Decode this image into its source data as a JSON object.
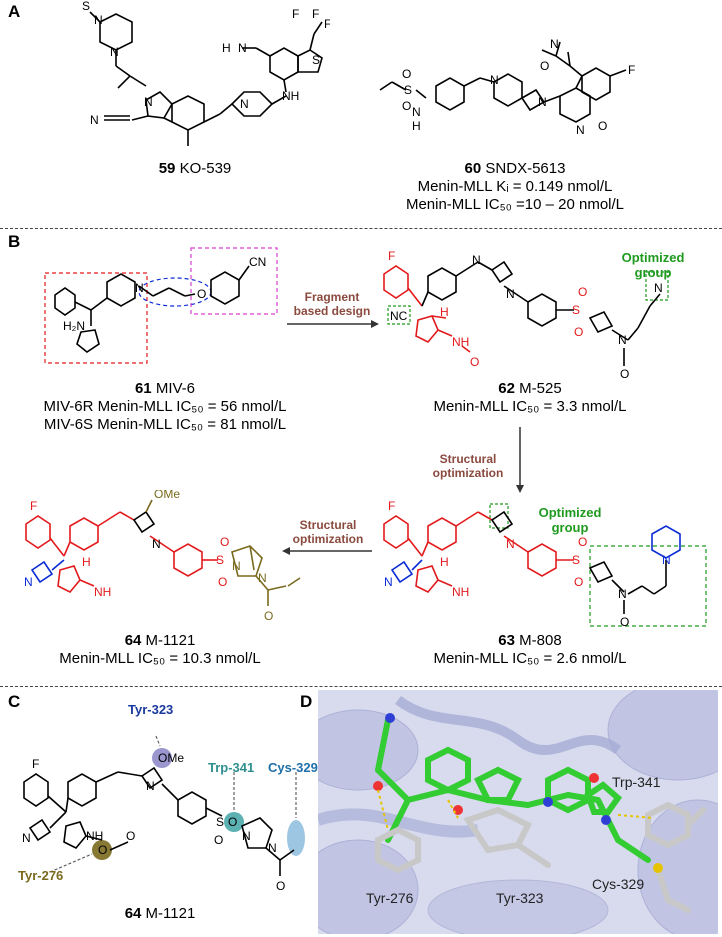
{
  "panels": {
    "A": {
      "letter": "A",
      "compound59": {
        "number": "59",
        "name": "KO-539"
      },
      "compound60": {
        "number": "60",
        "name": "SNDX-5613",
        "line1": "Menin-MLL Kᵢ = 0.149 nmol/L",
        "line2": "Menin-MLL IC₅₀ =10 – 20 nmol/L"
      }
    },
    "B": {
      "letter": "B",
      "compound61": {
        "number": "61",
        "name": "MIV-6",
        "line1": "MIV-6R Menin-MLL IC₅₀ = 56 nmol/L",
        "line2": "MIV-6S Menin-MLL IC₅₀ = 81 nmol/L"
      },
      "compound62": {
        "number": "62",
        "name": "M-525",
        "line1": "Menin-MLL IC₅₀ = 3.3 nmol/L"
      },
      "compound63": {
        "number": "63",
        "name": "M-808",
        "line1": "Menin-MLL IC₅₀ = 2.6 nmol/L"
      },
      "compound64": {
        "number": "64",
        "name": "M-1121",
        "line1": "Menin-MLL IC₅₀ = 10.3 nmol/L"
      },
      "arrow1": "Fragment\nbased design",
      "arrow2": "Structural\noptimization",
      "arrow3": "Structural\noptimization",
      "optimized_group": "Optimized\ngroup"
    },
    "C": {
      "letter": "C",
      "compound": {
        "number": "64",
        "name": "M-1121"
      },
      "residues": [
        "Tyr-323",
        "Trp-341",
        "Cys-329",
        "Tyr-276"
      ]
    },
    "D": {
      "letter": "D",
      "residues": [
        "Trp-341",
        "Tyr-276",
        "Tyr-323",
        "Cys-329"
      ]
    }
  },
  "atoms": {
    "N": "N",
    "NH": "NH",
    "H": "H",
    "O": "O",
    "S": "S",
    "F": "F",
    "CN": "CN",
    "NC": "NC",
    "H2N": "H₂N",
    "OMe": "OMe",
    "NC_left": "N"
  },
  "colors": {
    "red": "#e31a1c",
    "blue": "#0a2bd6",
    "olive": "#7a6a1e",
    "green": "#1f9a1f",
    "brown_arrow_text": "#8a4a3e",
    "protein": "#aab0d6",
    "ligand_green": "#33cc33"
  }
}
